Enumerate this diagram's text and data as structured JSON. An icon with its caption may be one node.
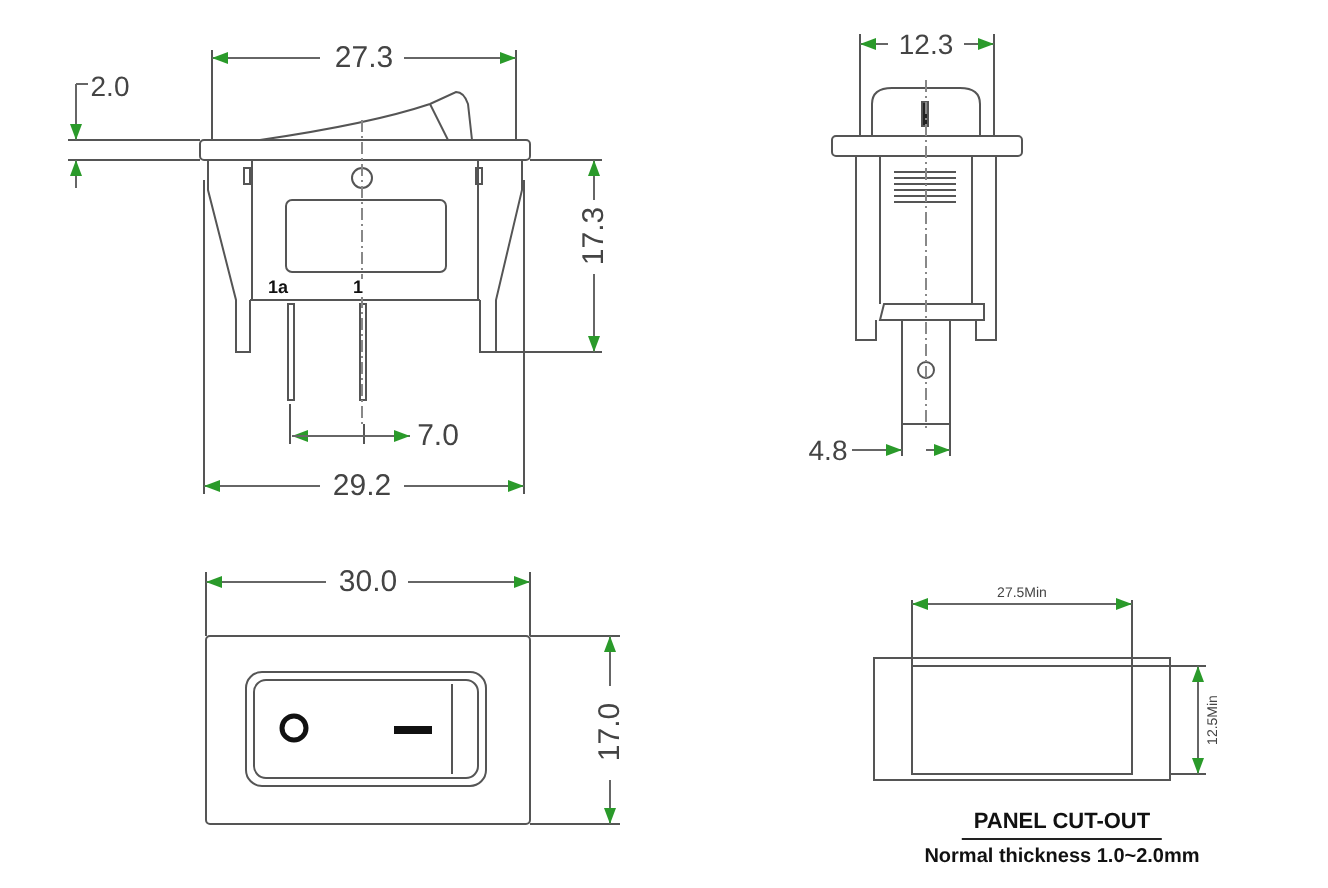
{
  "diagram": {
    "labels": [
      "27.3",
      "2.0",
      "17.3",
      "1a",
      "1",
      "7.0",
      "29.2",
      "12.3",
      "4.8",
      "30.0",
      "17.0",
      "27.5Min",
      "12.5Min",
      "PANEL CUT-OUT",
      "Normal thickness 1.0~2.0mm"
    ]
  }
}
